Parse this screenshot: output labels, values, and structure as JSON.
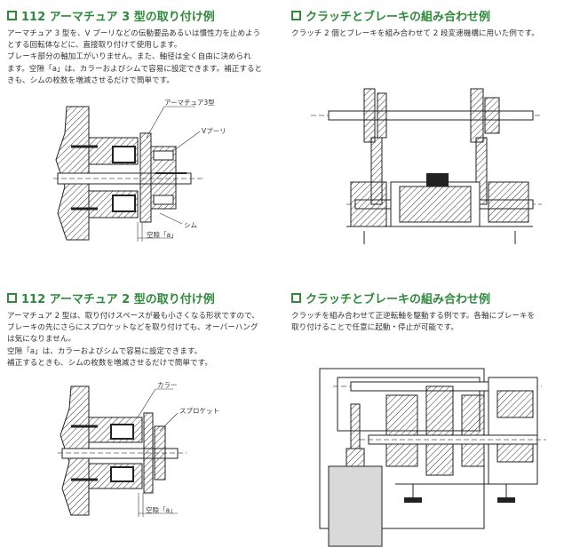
{
  "sections": {
    "tl": {
      "title": "112 アーマチュア 3 型の取り付け例",
      "lines": [
        "アーマチュア 3 型を、V プーリなどの伝動要品あるいは慣性力を止めよう",
        "とする回転体などに、直接取り付けて使用します。",
        "ブレーキ部分の軸加工がいりません。また、軸径は全く自由に決められ",
        "ます。空隙「a」は、カラーおよびシムで容易に設定できます。補正すると",
        "きも、シムの枚数を増減させるだけで簡単です。"
      ],
      "labels": {
        "armature": "アーマチュア3型",
        "pulley": "Vプーリ",
        "shim": "シム",
        "gap": "空隙「a」"
      }
    },
    "tr": {
      "title": "クラッチとブレーキの組み合わせ例",
      "lines": [
        "クラッチ 2 個とブレーキを組み合わせて 2 段変速機構に用いた例です。"
      ]
    },
    "bl": {
      "title": "112 アーマチュア 2 型の取り付け例",
      "lines": [
        "アーマチュア 2 型は、取り付けスペースが最も小さくなる形状ですので、",
        "ブレーキの先にさらにスプロケットなどを取り付けても、オーバーハング",
        "は気になりません。",
        "空隙「a」は、カラーおよびシムで容易に設定できます。",
        "補正するときも、シムの枚数を増減させるだけで簡単です。"
      ],
      "labels": {
        "collar": "カラー",
        "sprocket": "スプロケット",
        "gap": "空隙「a」"
      }
    },
    "br": {
      "title": "クラッチとブレーキの組み合わせ例",
      "lines": [
        "クラッチを組み合わせて正逆転軸を駆動する例です。各軸にブレーキを",
        "取り付けることで任意に起動・停止が可能です。"
      ]
    }
  },
  "colors": {
    "accent": "#2e8a3a"
  }
}
